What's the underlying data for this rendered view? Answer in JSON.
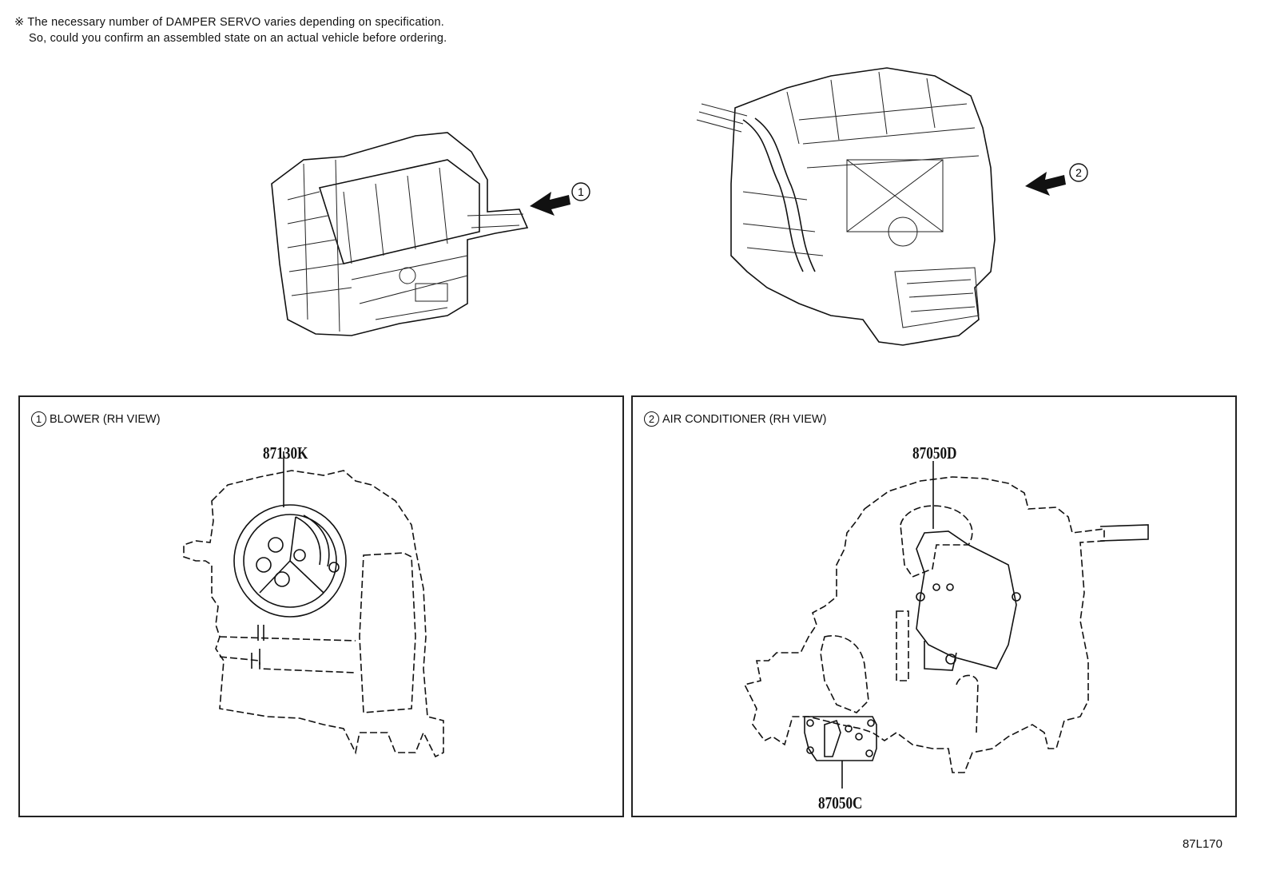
{
  "note": {
    "line1": "※ The necessary number of DAMPER SERVO varies depending on specification.",
    "line2": "So, could you confirm an assembled state on an actual vehicle before ordering."
  },
  "callouts": {
    "one": "1",
    "two": "2"
  },
  "panels": [
    {
      "num": "1",
      "title": "BLOWER (RH VIEW)",
      "parts": [
        "87130K"
      ]
    },
    {
      "num": "2",
      "title": "AIR CONDITIONER (RH VIEW)",
      "parts": [
        "87050D",
        "87050C"
      ]
    }
  ],
  "diagram_code": "87L170"
}
